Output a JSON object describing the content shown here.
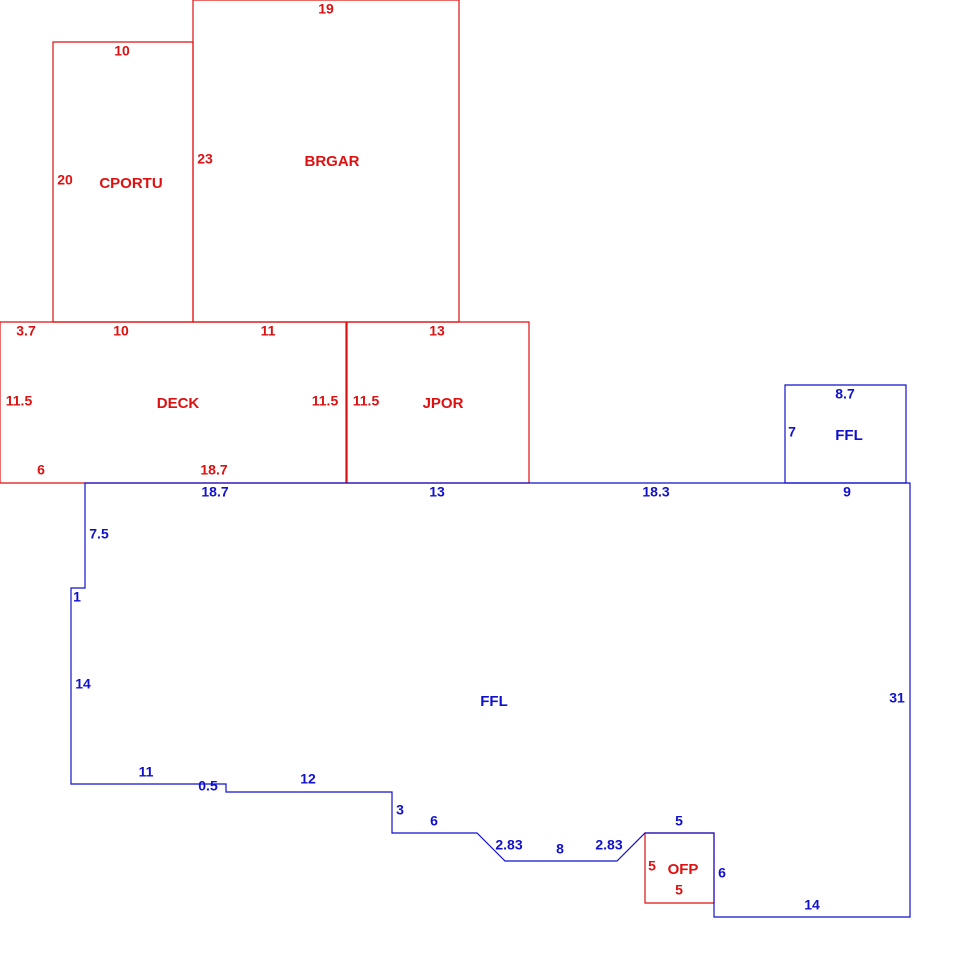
{
  "colors": {
    "red": "#dd1111",
    "blue": "#1111cc"
  },
  "areas": {
    "cportu": {
      "name": "CPORTU",
      "dims": [
        "10",
        "20"
      ]
    },
    "brgar": {
      "name": "BRGAR",
      "dims": [
        "19",
        "23"
      ]
    },
    "deck": {
      "name": "DECK",
      "dims": [
        "3.7",
        "10",
        "11",
        "11.5",
        "11.5",
        "6",
        "18.7"
      ]
    },
    "jpor": {
      "name": "JPOR",
      "dims": [
        "13",
        "11.5"
      ]
    },
    "ffl_small": {
      "name": "FFL",
      "dims": [
        "8.7",
        "7",
        "9"
      ]
    },
    "ffl_main": {
      "name": "FFL",
      "dims": [
        "18.7",
        "13",
        "18.3",
        "7.5",
        "1",
        "14",
        "31",
        "11",
        "0.5",
        "12",
        "3",
        "6",
        "2.83",
        "8",
        "2.83",
        "5",
        "6",
        "14"
      ]
    },
    "ofp": {
      "name": "OFP",
      "dims": [
        "5",
        "5"
      ]
    }
  }
}
